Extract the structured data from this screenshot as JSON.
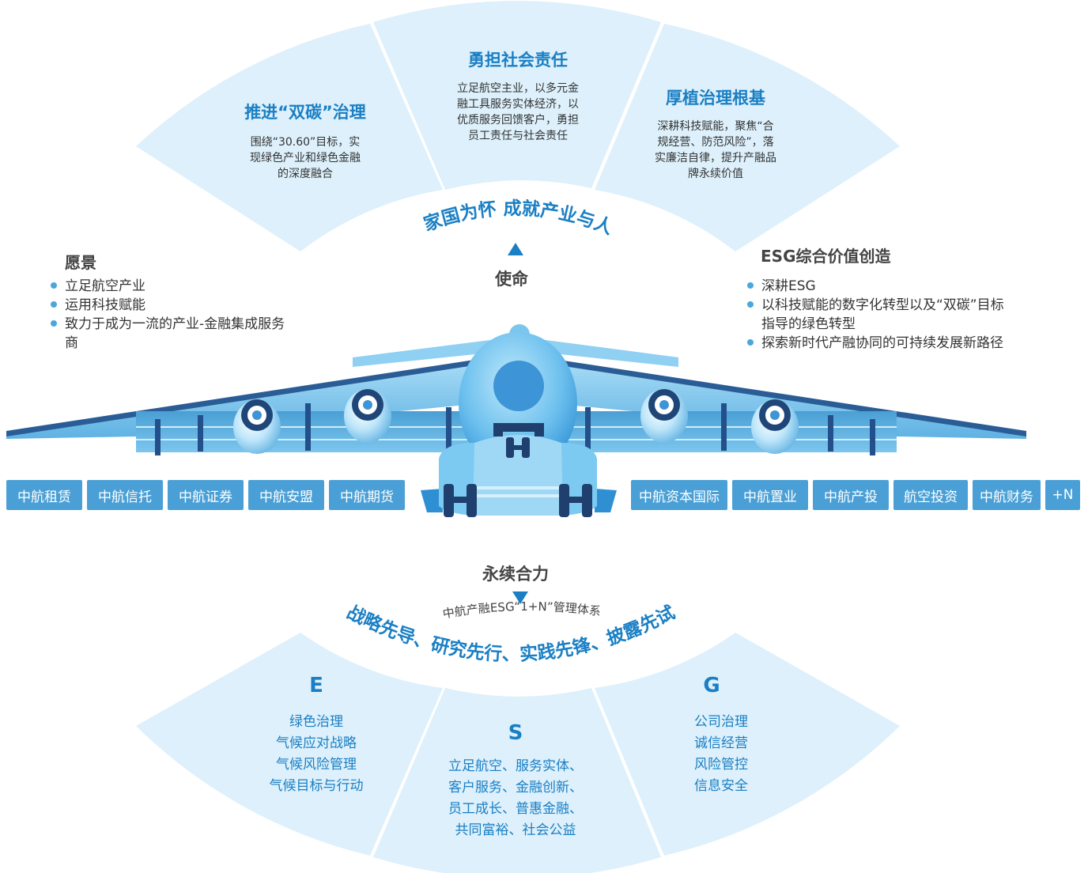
{
  "mission": {
    "label": "使命",
    "slogan": "家国为怀 成就产业与人"
  },
  "top_sectors": [
    {
      "title": "推进“双碳”治理",
      "body": [
        "围绕“30.60”目标，实",
        "现绿色产业和绿色金融",
        "的深度融合"
      ]
    },
    {
      "title": "勇担社会责任",
      "body": [
        "立足航空主业，以多元金",
        "融工具服务实体经济，以",
        "优质服务回馈客户，勇担",
        "员工责任与社会责任"
      ]
    },
    {
      "title": "厚植治理根基",
      "body": [
        "深耕科技赋能，聚焦“合",
        "规经营、防范风险”，落",
        "实廉洁自律，提升产融品",
        "牌永续价值"
      ]
    }
  ],
  "vision": {
    "title": "愿景",
    "items": [
      "立足航空产业",
      "运用科技赋能",
      "致力于成为一流的产业-金融集成服务商"
    ]
  },
  "esg_value": {
    "title": "ESG综合价值创造",
    "items": [
      "深耕ESG",
      "以科技赋能的数字化转型以及“双碳”目标指导的绿色转型",
      "探索新时代产融协同的可持续发展新路径"
    ]
  },
  "subsidiaries_left": [
    "中航租赁",
    "中航信托",
    "中航证券",
    "中航安盟",
    "中航期货"
  ],
  "subsidiaries_right": [
    "中航资本国际",
    "中航置业",
    "中航产投",
    "航空投资",
    "中航财务",
    "+N"
  ],
  "perpetual": {
    "label": "永续合力",
    "framework": "中航产融ESG“1+N”管理体系",
    "slogan": "战略先导、研究先行、实践先锋、披露先试"
  },
  "pillars": [
    {
      "letter": "E",
      "items": [
        "绿色治理",
        "气候应对战略",
        "气候风险管理",
        "气候目标与行动"
      ]
    },
    {
      "letter": "S",
      "items": [
        "立足航空、服务实体、",
        "客户服务、金融创新、",
        "员工成长、普惠金融、",
        "共同富裕、社会公益"
      ]
    },
    {
      "letter": "G",
      "items": [
        "公司治理",
        "诚信经营",
        "风险管控",
        "信息安全"
      ]
    }
  ],
  "colors": {
    "primary": "#1a7fc4",
    "chip": "#4aa0d6",
    "sector_fill": "#ddf0fb",
    "plane_light": "#8fd0f3",
    "plane_dark": "#2a6fb0"
  }
}
